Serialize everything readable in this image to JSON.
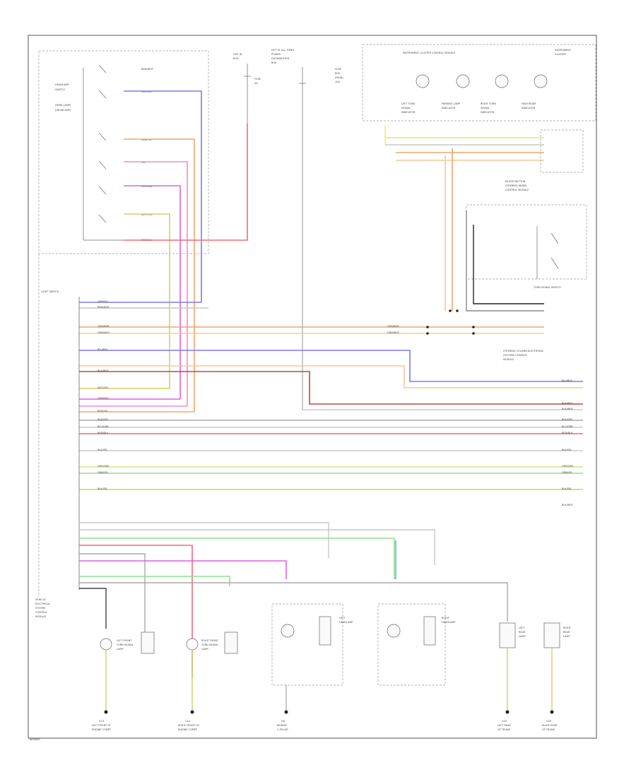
{
  "diagram": {
    "footer_code": "W00000",
    "top_blocks": {
      "fuse_hot_run": {
        "lines": [
          "HOT IN",
          "RUN",
          "FUSE",
          "5A"
        ]
      },
      "power_dist": {
        "lines": [
          "HOT AT ALL TIMES",
          "POWER",
          "DISTRIBUTION",
          "BOX"
        ]
      },
      "fuse_box": {
        "lines": [
          "FUSE",
          "BOX",
          "(MAIN)",
          "10A"
        ]
      },
      "cluster_module": {
        "title": "INSTRUMENT CLUSTER CONTROL MODULE"
      },
      "cluster_tail": {
        "lines": [
          "INSTRUMENT",
          "CLUSTER"
        ]
      }
    },
    "cluster_lamps": [
      {
        "lines": [
          "LEFT TURN",
          "SIGNAL",
          "INDICATOR"
        ]
      },
      {
        "lines": [
          "PARKING LAMP",
          "INDICATOR"
        ]
      },
      {
        "lines": [
          "RIGHT TURN",
          "SIGNAL",
          "INDICATOR"
        ]
      },
      {
        "lines": [
          "HIGH BEAM",
          "INDICATOR"
        ]
      }
    ],
    "left_switch": {
      "title_lines": [
        "HEADLAMP",
        "SWITCH",
        "(PARK LAMP)",
        "(HEADLAMP)"
      ],
      "pins": [
        {
          "code": "BRN/WHT"
        },
        {
          "code": "GRY/YEL"
        },
        {
          "code": "RED/YEL"
        },
        {
          "code": "YEL"
        },
        {
          "code": "GRY/RED"
        },
        {
          "code": "WHT/YEL"
        },
        {
          "code": "RED/BLU"
        }
      ]
    },
    "light_switch": {
      "label": "LIGHT SWITCH"
    },
    "right_modules": {
      "multifunction": {
        "lines": [
          "MULTIFUNCTION",
          "STEERING WHEEL",
          "CONTROL MODULE"
        ]
      },
      "turn_signal_switch": {
        "label": "TURN SIGNAL SWITCH"
      },
      "steering_column": {
        "lines": [
          "STEERING COLUMN ELECTRONIC",
          "SYSTEMS CONTROL",
          "MODULE"
        ]
      }
    },
    "bus_labels": [
      {
        "left": "GRY/BLU",
        "right": ""
      },
      {
        "left": "BRN/WHT",
        "right": ""
      },
      {
        "left": "GRN/BRN",
        "right": "GRN/BRN"
      },
      {
        "left": "GRN/WHT",
        "right": "GRN/WHT"
      },
      {
        "left": "BLU/BLK",
        "right": "BLU/BLK"
      },
      {
        "left": "BLK/RED",
        "right": "BLK/RED"
      },
      {
        "left": "WHT/YEL",
        "right": ""
      },
      {
        "left": "GRY/RED",
        "right": ""
      },
      {
        "left": "RED/YEL",
        "right": "BLK/WHT"
      },
      {
        "left": "BLK/GRY",
        "right": "BLK/GRY"
      },
      {
        "left": "BLU/GRN",
        "right": "BLU/GRN"
      },
      {
        "left": "RED/BLU",
        "right": "RED/BLU"
      },
      {
        "left": "BLK/YEL",
        "right": "BLK/YEL"
      },
      {
        "left": "GRY/GRN",
        "right": "GRY/GRN"
      },
      {
        "left": "GRN/YEL",
        "right": "GRN/YEL"
      },
      {
        "left": "BLK/YEL",
        "right": "BLK/YEL"
      },
      {
        "left": "",
        "right": "BLK/WHT"
      }
    ],
    "lower_labels": {
      "front_module": {
        "lines": [
          "VEHICLE",
          "ELECTRICAL",
          "SYSTEM",
          "CONTROL",
          "MODULE"
        ]
      },
      "left_front_turn": {
        "lines": [
          "LEFT FRONT",
          "TURN SIGNAL",
          "LAMP"
        ]
      },
      "right_front_turn": {
        "lines": [
          "RIGHT FRONT",
          "TURN SIGNAL",
          "LAMP"
        ]
      },
      "left_headlamp": {
        "lines": [
          "LEFT",
          "HEADLAMP"
        ]
      },
      "right_headlamp": {
        "lines": [
          "RIGHT",
          "HEADLAMP"
        ]
      },
      "left_rear": {
        "lines": [
          "LEFT",
          "REAR",
          "LAMP"
        ]
      },
      "right_rear": {
        "lines": [
          "RIGHT",
          "REAR",
          "LAMP"
        ]
      },
      "grounds": [
        {
          "lines": [
            "G13",
            "LEFT FRONT OF",
            "ENGINE COMPT"
          ]
        },
        {
          "lines": [
            "G14",
            "RIGHT FRONT OF",
            "ENGINE COMPT"
          ]
        },
        {
          "lines": [
            "G6",
            "BEHIND",
            "C-PILLAR"
          ]
        },
        {
          "lines": [
            "G32",
            "LEFT REAR",
            "OF TRUNK"
          ]
        },
        {
          "lines": [
            "G33",
            "RIGHT REAR",
            "OF TRUNK"
          ]
        }
      ]
    },
    "colors": {
      "blue": "#7b7bf0",
      "red": "#f06b7a",
      "pink": "#f08ad8",
      "magenta": "#e060e0",
      "orange": "#f2a76a",
      "peach": "#f5c89a",
      "yellow": "#e6e67a",
      "olive": "#cfd06a",
      "green": "#8fe08f",
      "teal": "#5fa8c8",
      "darkred": "#b84a4a",
      "gray": "#a8a8a8",
      "lightgray": "#c8c8c8",
      "black": "#222222",
      "lime": "#c8ec7a"
    }
  }
}
